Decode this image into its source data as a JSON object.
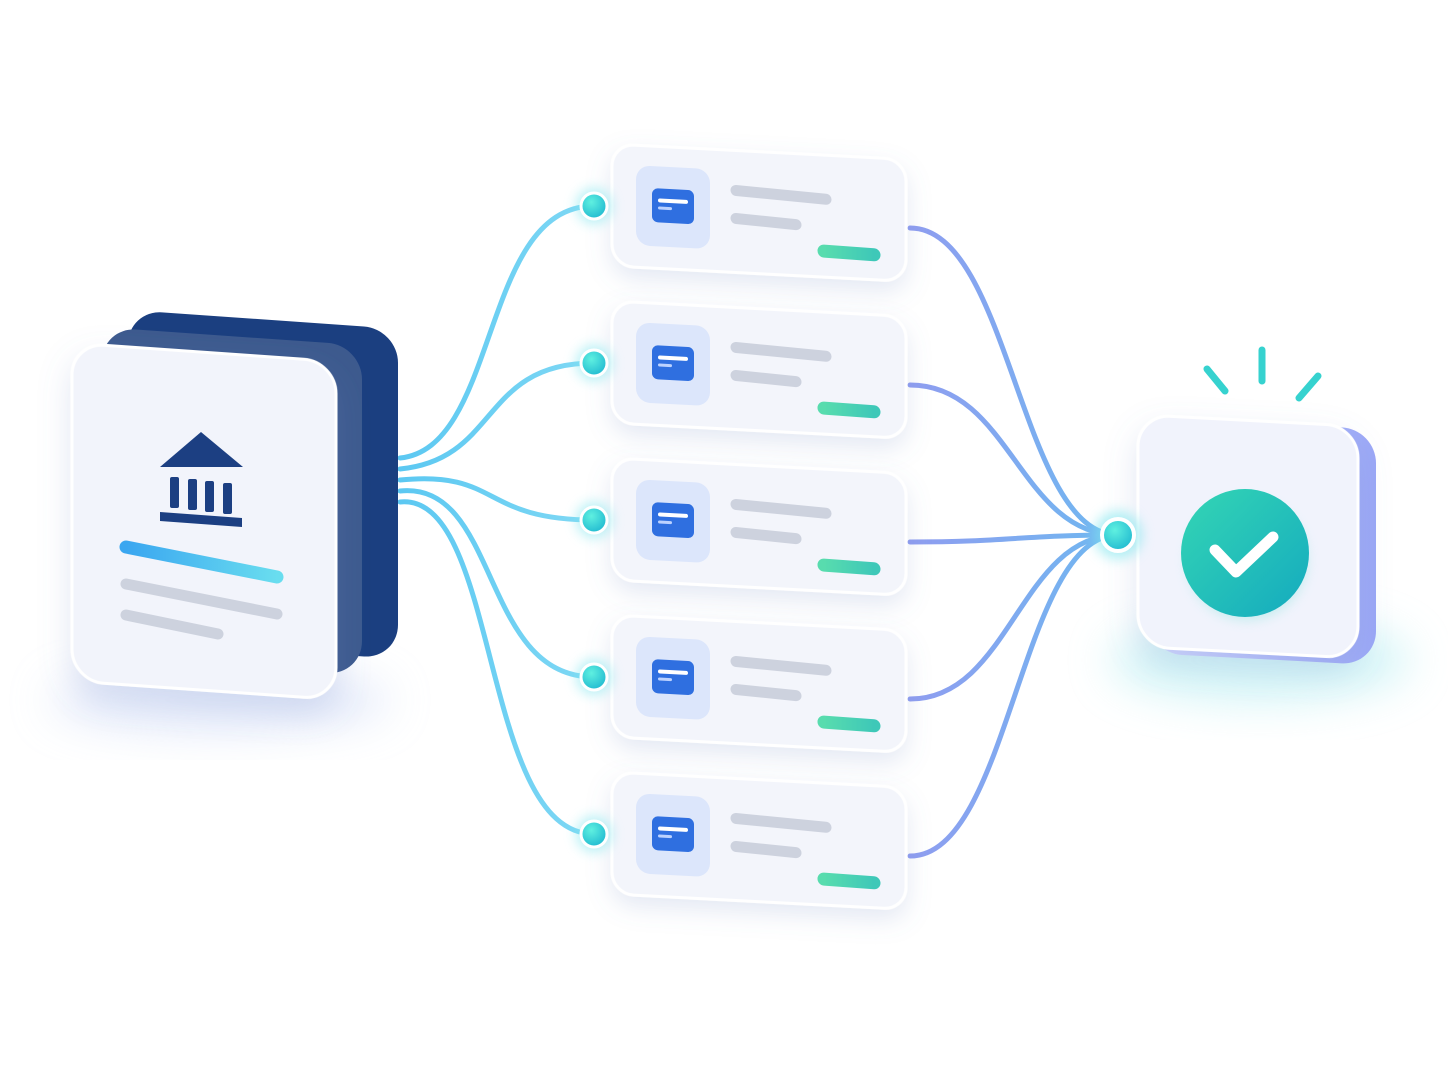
{
  "diagram": {
    "source": {
      "icon": "bank-icon",
      "lines": [
        "accent",
        "muted",
        "muted"
      ]
    },
    "items": [
      {
        "icon": "card-icon",
        "status": "complete"
      },
      {
        "icon": "card-icon",
        "status": "complete"
      },
      {
        "icon": "card-icon",
        "status": "complete"
      },
      {
        "icon": "card-icon",
        "status": "complete"
      },
      {
        "icon": "card-icon",
        "status": "complete"
      }
    ],
    "target": {
      "icon": "check-circle-icon",
      "state": "success"
    }
  },
  "colors": {
    "source_dark": "#1b3f80",
    "source_mid": "#3d5a8e",
    "card_bg": "#f3f5fb",
    "icon_tile": "#dce6fb",
    "icon_blue": "#2f6fe0",
    "placeholder_gray": "#cdd2de",
    "status_green": "#4fd6a6",
    "connector_cyan": "#5fd0f0",
    "connector_purple": "#8f9df0",
    "node_teal": "#29c7d1",
    "check_teal": "#20c1b0"
  }
}
